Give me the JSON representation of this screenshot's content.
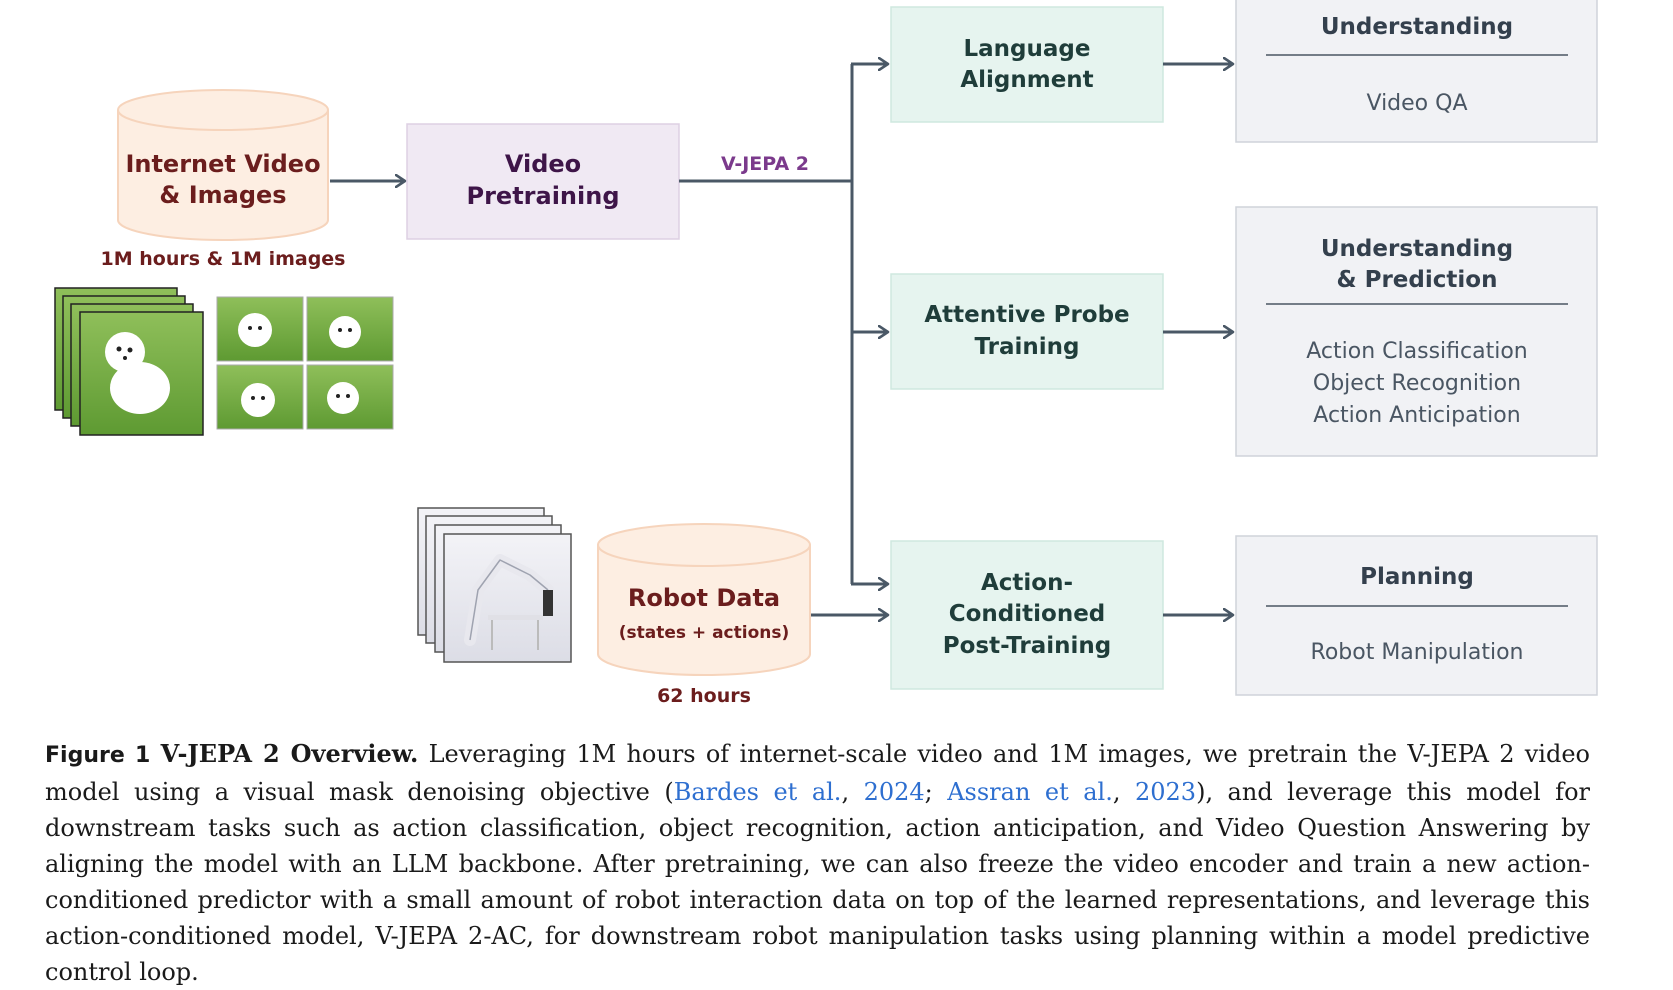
{
  "diagram": {
    "sources": {
      "internet": {
        "line1": "Internet Video",
        "line2": "& Images",
        "caption": "1M hours & 1M images"
      },
      "robot": {
        "line1": "Robot Data",
        "line2": "(states + actions)",
        "caption": "62 hours"
      }
    },
    "pretraining": {
      "line1": "Video",
      "line2": "Pretraining"
    },
    "edge_label": "V-JEPA 2",
    "branches": [
      {
        "stage": [
          "Language",
          "Alignment"
        ],
        "output_title": [
          "Understanding"
        ],
        "output_items": [
          "Video QA"
        ]
      },
      {
        "stage": [
          "Attentive Probe",
          "Training"
        ],
        "output_title": [
          "Understanding",
          "& Prediction"
        ],
        "output_items": [
          "Action Classification",
          "Object Recognition",
          "Action Anticipation"
        ]
      },
      {
        "stage": [
          "Action-",
          "Conditioned",
          "Post-Training"
        ],
        "output_title": [
          "Planning"
        ],
        "output_items": [
          "Robot Manipulation"
        ]
      }
    ],
    "colors": {
      "db_fill": "#fdeee2",
      "db_stroke": "#f6d4bc",
      "purple_fill": "#f0e9f3",
      "purple_stroke": "#ddd0e3",
      "green_fill": "#e6f4ef",
      "green_stroke": "#cfe8df",
      "gray_fill": "#f1f2f5",
      "gray_stroke": "#cfd3da",
      "arrow": "#4a5866"
    }
  },
  "caption": {
    "figure_tag": "Figure 1",
    "title": "V-JEPA 2 Overview.",
    "text_1": " Leveraging 1M hours of internet-scale video and 1M images, we pretrain the V-JEPA 2 video model using a visual mask denoising objective (",
    "cite_1_authors": "Bardes et al.",
    "sep_1": ", ",
    "cite_1_year": "2024",
    "sep_2": "; ",
    "cite_2_authors": "Assran et al.",
    "sep_3": ", ",
    "cite_2_year": "2023",
    "text_2": "), and leverage this model for downstream tasks such as action classification, object recognition, action anticipation, and Video Question Answering by aligning the model with an LLM backbone. After pretraining, we can also freeze the video encoder and train a new action-conditioned predictor with a small amount of robot interaction data on top of the learned representations, and leverage this action-conditioned model, V-JEPA 2-AC, for downstream robot manipulation tasks using planning within a model predictive control loop."
  }
}
